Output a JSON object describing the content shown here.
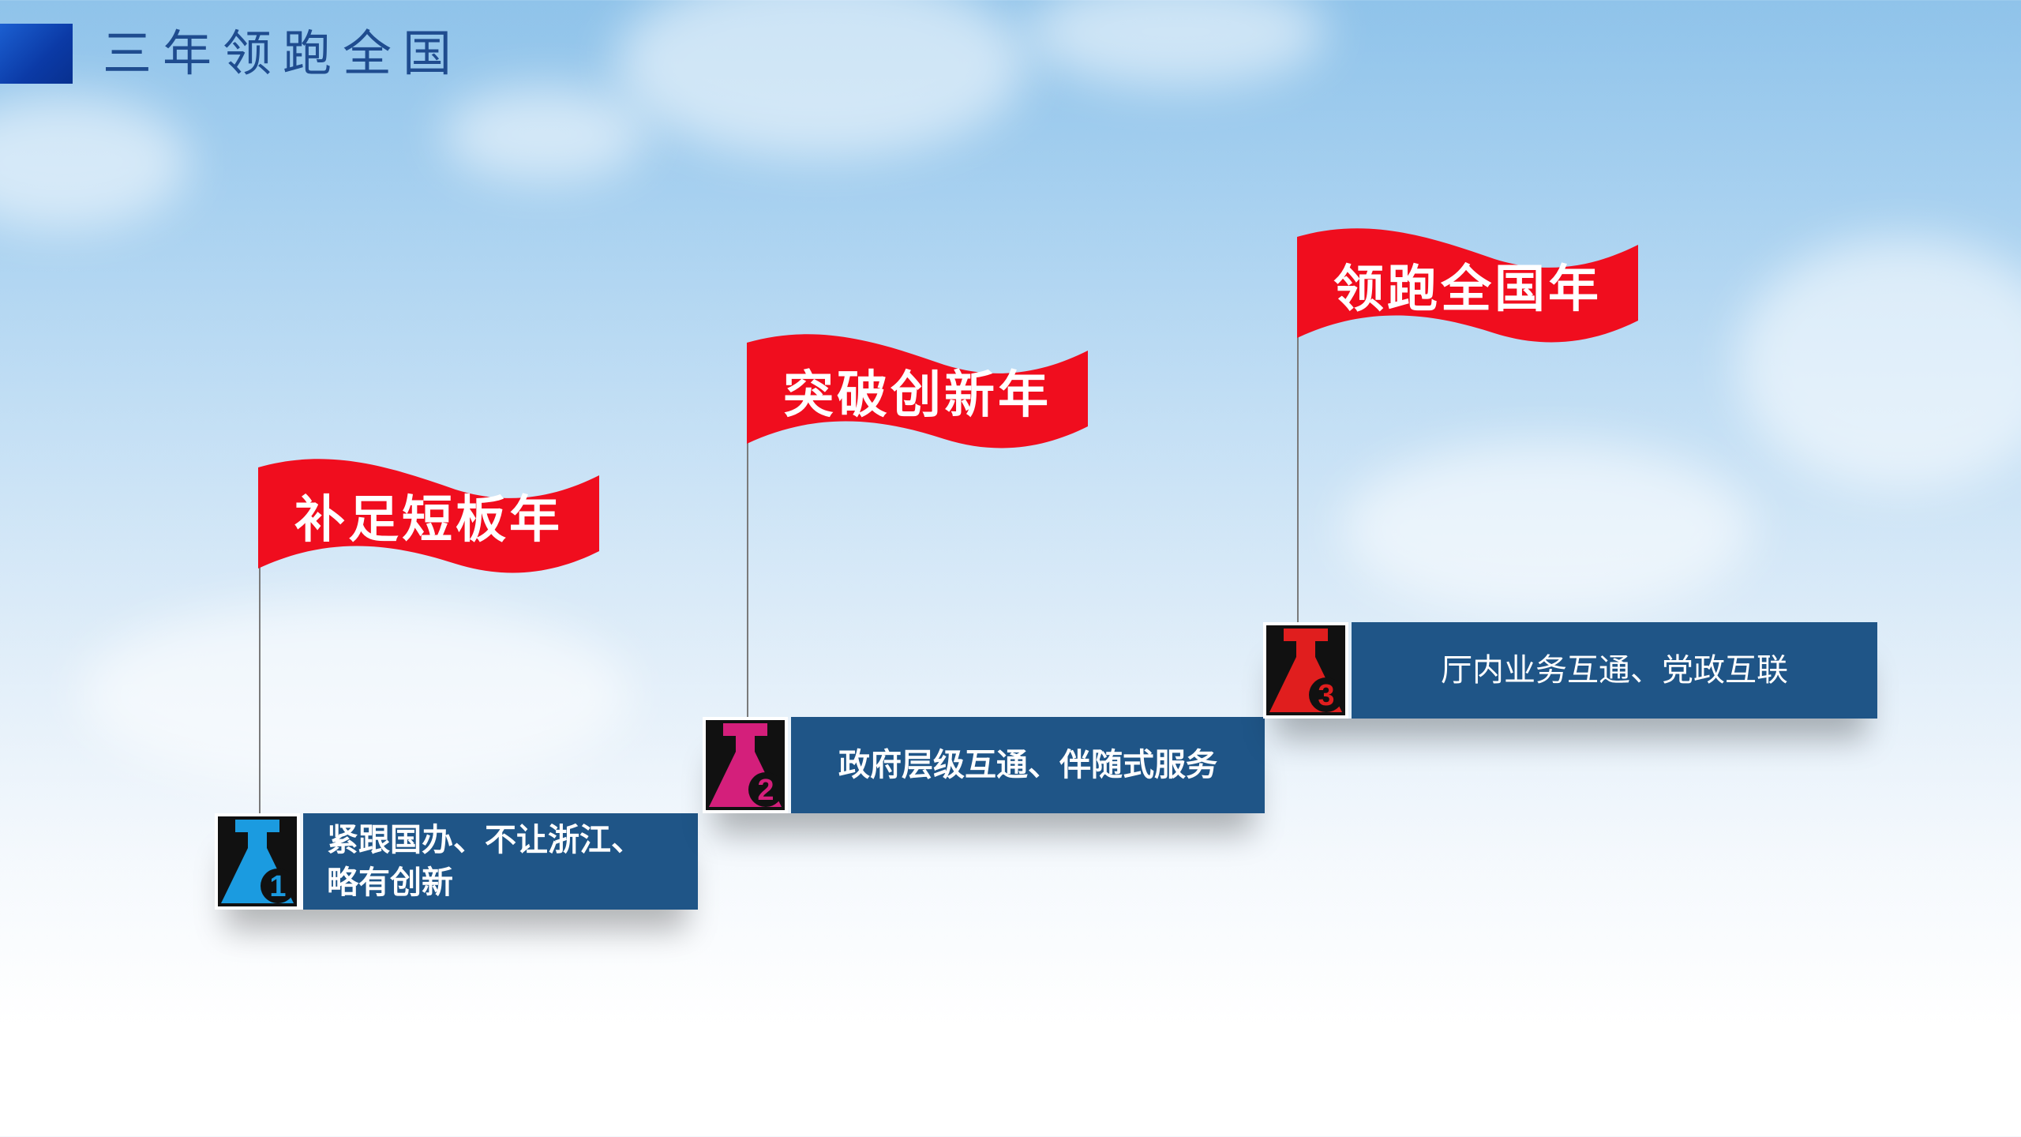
{
  "page_title": "三年领跑全国",
  "colors": {
    "flag_red": "#f00d1e",
    "step_bg": "#1f5587",
    "title_text": "#1f4c8f",
    "title_block": "#0b3aa6",
    "icon_1": "#1b9be0",
    "icon_2": "#d41f7b",
    "icon_3": "#e01e1e"
  },
  "stages": [
    {
      "flag_label": "补足短板年",
      "number": "1",
      "icon": "flask-icon",
      "description_line1": "紧跟国办、不让浙江、",
      "description_line2": "略有创新"
    },
    {
      "flag_label": "突破创新年",
      "number": "2",
      "icon": "flask-icon",
      "description": "政府层级互通、伴随式服务"
    },
    {
      "flag_label": "领跑全国年",
      "number": "3",
      "icon": "flask-icon",
      "description": "厅内业务互通、党政互联"
    }
  ]
}
